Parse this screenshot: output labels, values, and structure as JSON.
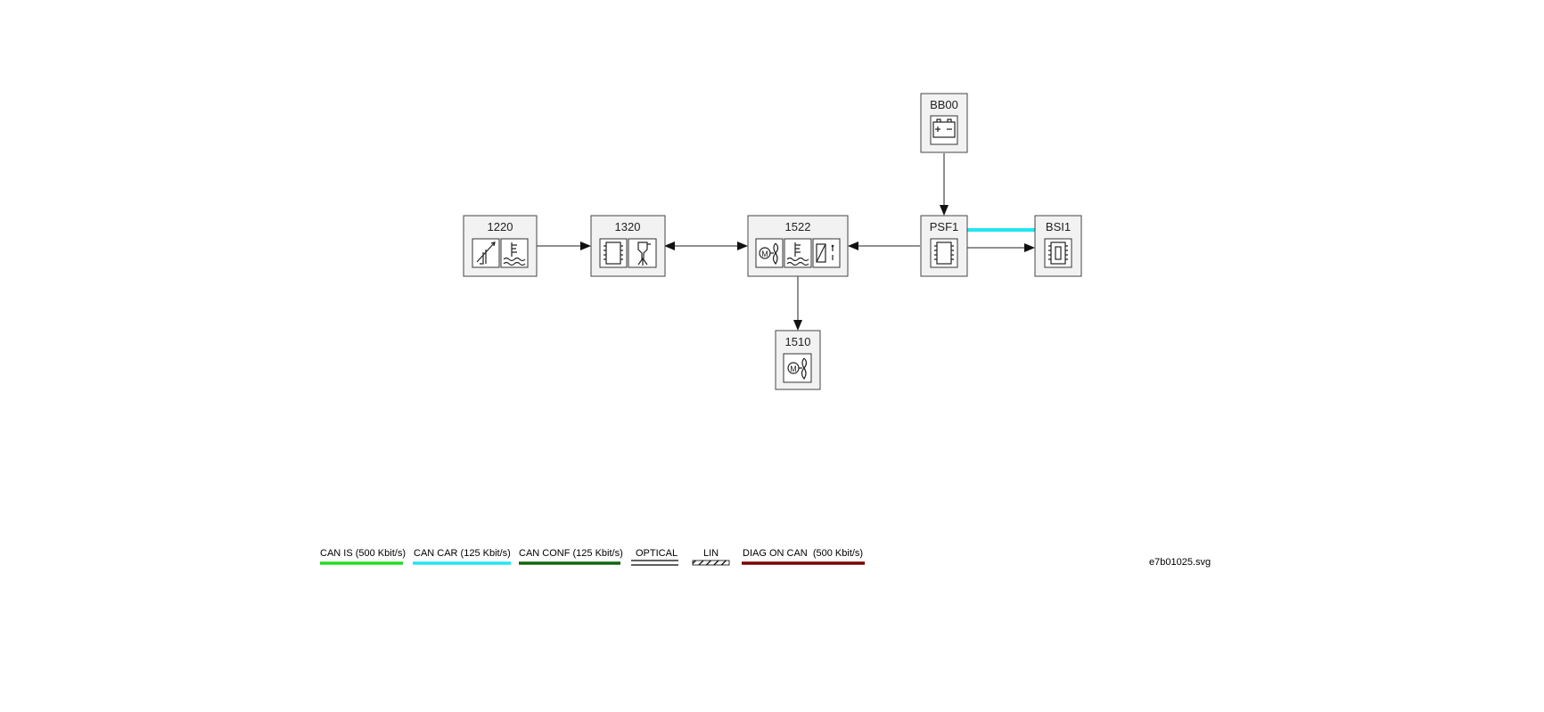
{
  "diagram": {
    "nodes": {
      "n1220": {
        "label": "1220",
        "icons": [
          "sensor-gauge-icon",
          "coolant-temperature-icon"
        ]
      },
      "n1320": {
        "label": "1320",
        "icons": [
          "ecu-chip-icon",
          "injector-icon"
        ]
      },
      "n1522": {
        "label": "1522",
        "icons": [
          "fan-motor-icon",
          "coolant-temperature-icon",
          "relay-diode-icon"
        ]
      },
      "n1510": {
        "label": "1510",
        "icons": [
          "fan-motor-icon"
        ]
      },
      "nPSF1": {
        "label": "PSF1",
        "icons": [
          "ecu-chip-icon"
        ]
      },
      "nBSI1": {
        "label": "BSI1",
        "icons": [
          "fuse-box-icon"
        ]
      },
      "nBB00": {
        "label": "BB00",
        "icons": [
          "battery-icon"
        ]
      }
    },
    "connections": [
      {
        "from": "1220",
        "to": "1320",
        "kind": "wire"
      },
      {
        "from": "1320",
        "to": "1522",
        "kind": "wire-bidirectional"
      },
      {
        "from": "PSF1",
        "to": "1522",
        "kind": "wire"
      },
      {
        "from": "1522",
        "to": "1510",
        "kind": "wire"
      },
      {
        "from": "BB00",
        "to": "PSF1",
        "kind": "wire"
      },
      {
        "from": "PSF1",
        "to": "BSI1",
        "kind": "wire"
      },
      {
        "from": "PSF1",
        "to": "BSI1",
        "kind": "CAN CAR (125 Kbit/s)"
      }
    ]
  },
  "legend": {
    "items": [
      {
        "label": "CAN IS (500 Kbit/s)",
        "color": "#22dd22",
        "style": "solid"
      },
      {
        "label": "CAN CAR (125 Kbit/s)",
        "color": "#22e5f0",
        "style": "solid"
      },
      {
        "label": "CAN CONF (125 Kbit/s)",
        "color": "#116611",
        "style": "solid"
      },
      {
        "label": "OPTICAL",
        "color": "#000000",
        "style": "double"
      },
      {
        "label": "LIN",
        "color": "#000000",
        "style": "hatched"
      },
      {
        "label": "DIAG ON CAN  (500 Kbit/s)",
        "color": "#7a0000",
        "style": "solid"
      }
    ]
  },
  "file_name": "e7b01025.svg"
}
